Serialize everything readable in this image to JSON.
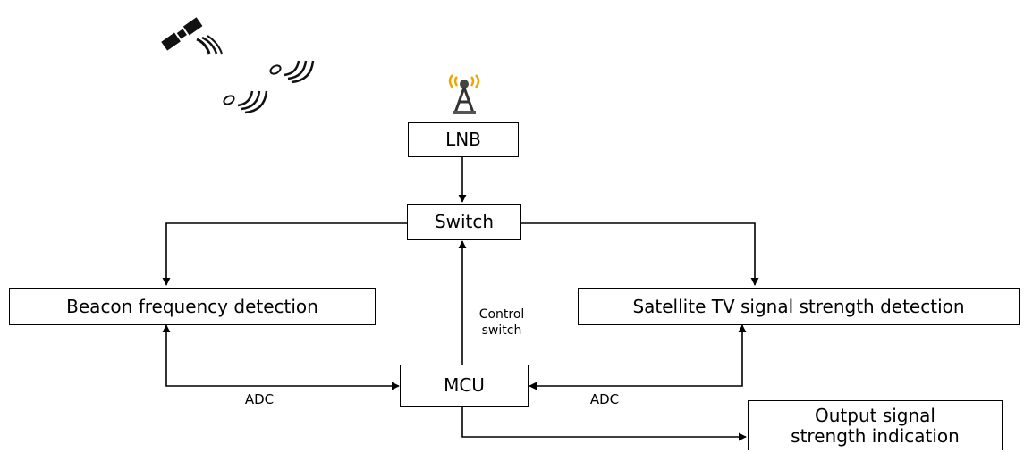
{
  "blocks": {
    "lnb": "LNB",
    "switch": "Switch",
    "beacon": "Beacon frequency detection",
    "satellite_tv": "Satellite TV signal strength detection",
    "mcu": "MCU",
    "output": "Output signal strength indication"
  },
  "edge_labels": {
    "control_switch": "Control switch",
    "adc_left": "ADC",
    "adc_right": "ADC"
  },
  "icons": {
    "satellite": "satellite-icon",
    "signal_waves": "signal-waves-icon",
    "antenna": "antenna-tower-icon"
  },
  "colors": {
    "antenna_rings": "#f0a500",
    "antenna_tower": "#333333",
    "line": "#000000"
  }
}
